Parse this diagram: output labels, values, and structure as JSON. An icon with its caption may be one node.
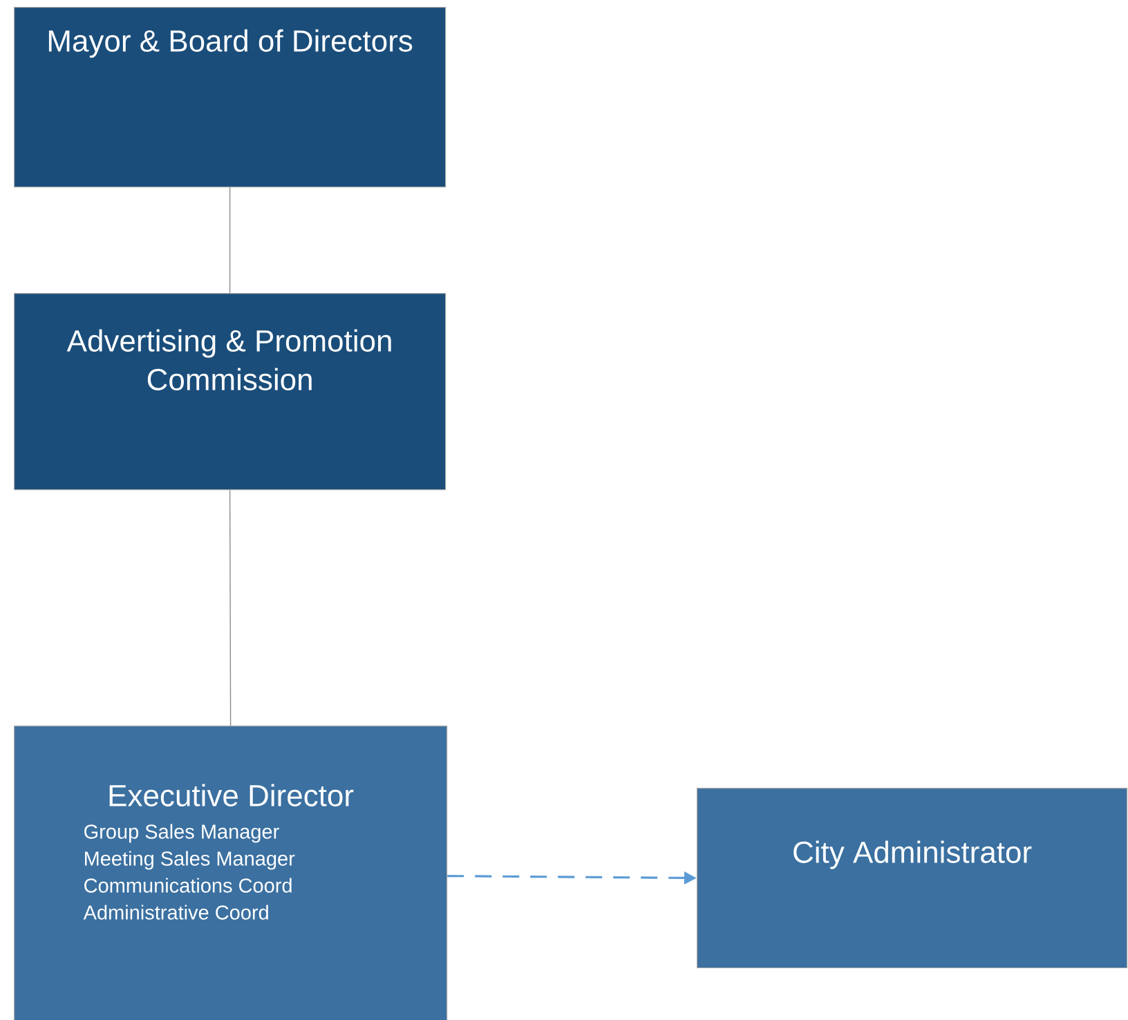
{
  "diagram": {
    "nodes": [
      {
        "text": [
          "Mayor & Board of Directors"
        ]
      },
      {
        "text": [
          "Advertising & Promotion Commission"
        ]
      },
      {
        "text": [
          "Executive Director",
          "Group Sales Manager",
          "Meeting Sales Manager",
          "Communications Coord",
          "Administrative Coord"
        ]
      },
      {
        "text": [
          "City Administrator"
        ]
      }
    ],
    "edges": [
      {
        "from": 0,
        "to": 1,
        "arrow": "none"
      },
      {
        "from": 1,
        "to": 2,
        "arrow": "none"
      },
      {
        "from": 2,
        "to": 3,
        "arrow": "to",
        "style": "dashed",
        "color": "#5b9bd5"
      }
    ]
  }
}
